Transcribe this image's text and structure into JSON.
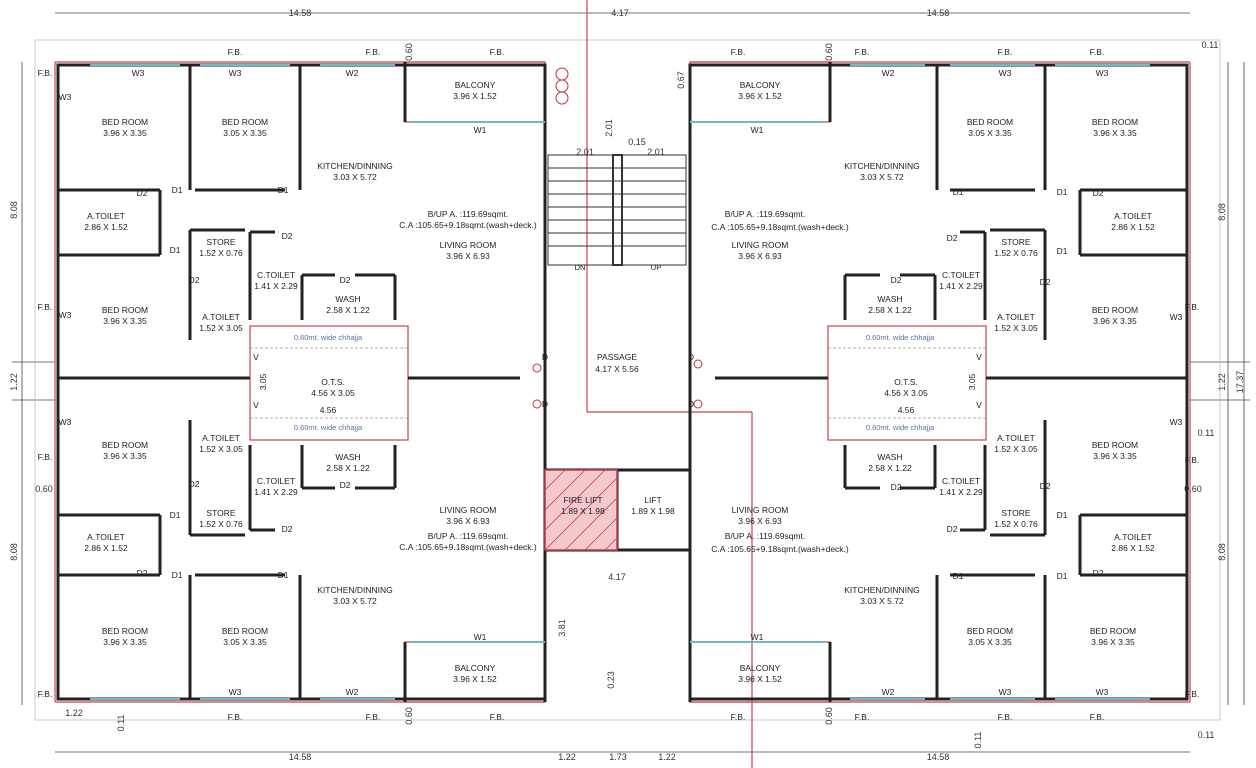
{
  "overall": {
    "left_width": "14.58",
    "right_width": "14.58",
    "core_width": "4.17",
    "left_height_top": "8.08",
    "left_mid": "1.22",
    "left_height_bottom": "8.08",
    "right_height_top": "8.08",
    "right_mid": "1.22",
    "right_height_bottom": "8.08",
    "total_height": "17.37",
    "bottom_core_a": "1.22",
    "bottom_core_b": "1.73",
    "bottom_core_c": "1.22",
    "offset_small": "0.11",
    "offset_060": "0.60",
    "offset_067": "0.67",
    "lift_core_height": "3.81",
    "lift_core_gap": "0.23"
  },
  "codes": {
    "fb": "F.B.",
    "w1": "W1",
    "w2": "W2",
    "w3": "W3",
    "d1": "D1",
    "d2": "D2",
    "d": "D",
    "v": "V",
    "dn": "DN",
    "up": "UP"
  },
  "rooms": {
    "bed_room": "BED ROOM",
    "bed_396": "3.96 X 3.35",
    "bed_305": "3.05 X 3.35",
    "kitchen": "KITCHEN/DINNING",
    "kitchen_size": "3.03 X 5.72",
    "balcony": "BALCONY",
    "balcony_size": "3.96 X 1.52",
    "atoilet": "A.TOILET",
    "atoilet_big": "2.86 X 1.52",
    "atoilet_small": "1.52 X 3.05",
    "store": "STORE",
    "store_size": "1.52 X 0.76",
    "ctoilet": "C.TOILET",
    "ctoilet_size": "1.41 X 2.29",
    "wash": "WASH",
    "wash_size": "2.58 X 1.22",
    "living": "LIVING ROOM",
    "living_size": "3.96 X 6.93",
    "bup": "B/UP A. :119.69sqmt.",
    "ca": "C.A :105.65+9.18sqmt.(wash+deck.)",
    "ots": "O.T.S.",
    "ots_size": "4.56 X 3.05",
    "ots_w": "4.56",
    "ots_h": "3.05",
    "chhajja": "0.60mt. wide chhajja",
    "passage": "PASSAGE",
    "passage_size": "4.17 X 5.56",
    "fire_lift": "FIRE LIFT",
    "fire_lift_size": "1.89 X 1.98",
    "lift": "LIFT",
    "lift_size": "1.89 X 1.98",
    "stair_2_01": "2.01",
    "stair_015": "0.15"
  }
}
